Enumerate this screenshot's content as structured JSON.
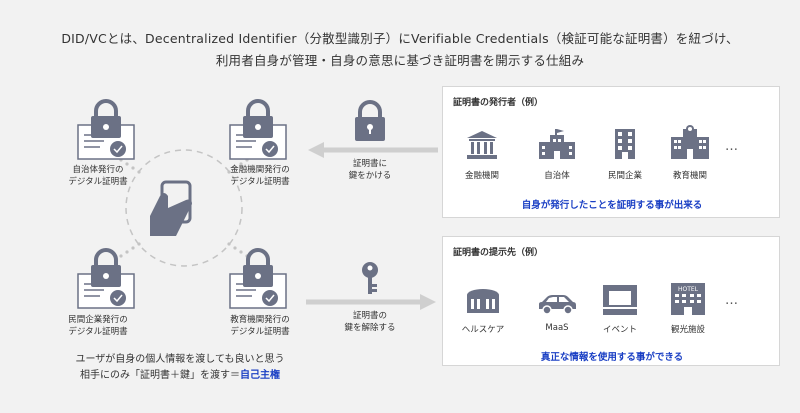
{
  "header": {
    "line1": "DID/VCとは、Decentralized Identifier（分散型識別子）にVerifiable Credentials（検証可能な証明書）を紐づけ、",
    "line2": "利用者自身が管理・自身の意思に基づき証明書を開示する仕組み"
  },
  "certificates": [
    {
      "line1": "自治体発行の",
      "line2": "デジタル証明書"
    },
    {
      "line1": "金融機関発行の",
      "line2": "デジタル証明書"
    },
    {
      "line1": "民間企業発行の",
      "line2": "デジタル証明書"
    },
    {
      "line1": "教育機関発行の",
      "line2": "デジタル証明書"
    }
  ],
  "lock_arrow": {
    "line1": "証明書に",
    "line2": "鍵をかける"
  },
  "key_arrow": {
    "line1": "証明書の",
    "line2": "鍵を解除する"
  },
  "issuers": {
    "title": "証明書の発行者（例）",
    "items": [
      "金融機関",
      "自治体",
      "民間企業",
      "教育機関"
    ],
    "more": "…",
    "caption": "自身が発行したことを証明する事が出来る"
  },
  "recipients": {
    "title": "証明書の提示先（例）",
    "items": [
      "ヘルスケア",
      "MaaS",
      "イベント",
      "観光施設"
    ],
    "more": "…",
    "hotel_sign": "HOTEL",
    "caption": "真正な情報を使用する事ができる"
  },
  "footer": {
    "line1": "ユーザが自身の個人情報を渡しても良いと思う",
    "line2_prefix": "相手にのみ「証明書＋鍵」を渡す＝",
    "line2_emphasis": "自己主権"
  },
  "colors": {
    "icon": "#6b7185",
    "accent": "#1a3fc4",
    "arrow": "#cfcfcf",
    "background": "#f2f2f2"
  }
}
